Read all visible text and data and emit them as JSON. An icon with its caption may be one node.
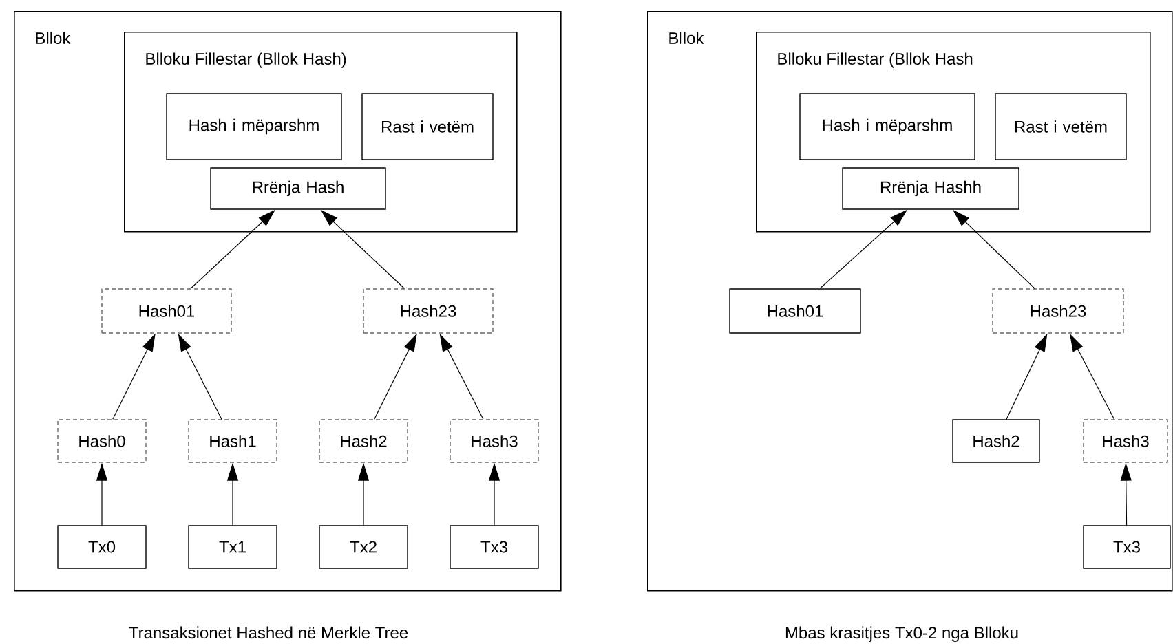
{
  "diagram": {
    "nodes": [
      {
        "text": [
          "Bllok"
        ],
        "beside": [
          "Transaksionet Hashed në Merkle Tree"
        ]
      },
      {
        "text": [
          "Blloku Fillestar (Bllok Hash)"
        ],
        "in": 0
      },
      {
        "text": [
          "Hash i mëparshm"
        ],
        "in": 1
      },
      {
        "text": [
          "Rast i vetëm"
        ],
        "in": 1
      },
      {
        "text": [
          "Rrënja Hash"
        ],
        "in": 1
      },
      {
        "text": [
          "Hash01"
        ],
        "in": 0
      },
      {
        "text": [
          "Hash23"
        ],
        "in": 0
      },
      {
        "text": [
          "Hash0"
        ],
        "in": 0
      },
      {
        "text": [
          "Hash1"
        ],
        "in": 0
      },
      {
        "text": [
          "Hash2"
        ],
        "in": 0
      },
      {
        "text": [
          "Hash3"
        ],
        "in": 0
      },
      {
        "text": [
          "Tx0"
        ],
        "in": 0
      },
      {
        "text": [
          "Tx1"
        ],
        "in": 0
      },
      {
        "text": [
          "Tx2"
        ],
        "in": 0
      },
      {
        "text": [
          "Tx3"
        ],
        "in": 0
      },
      {
        "text": [
          "Bllok"
        ],
        "beside": [
          "Mbas krasitjes Tx0-2 nga Blloku"
        ]
      },
      {
        "text": [
          "Blloku Fillestar (Bllok Hash"
        ],
        "in": 15
      },
      {
        "text": [
          "Hash i mëparshm"
        ],
        "in": 16
      },
      {
        "text": [
          "Rast i vetëm"
        ],
        "in": 16
      },
      {
        "text": [
          "Rrënja Hashh"
        ],
        "in": 16
      },
      {
        "text": [
          "Hash01"
        ],
        "in": 15
      },
      {
        "text": [
          "Hash23"
        ],
        "in": 15
      },
      {
        "text": [
          "Hash2"
        ],
        "in": 15
      },
      {
        "text": [
          "Hash3"
        ],
        "in": 15
      },
      {
        "text": [
          "Tx3"
        ],
        "in": 15
      }
    ],
    "edges": [
      {
        "from": 11,
        "to": 7,
        "arrow": "to"
      },
      {
        "from": 12,
        "to": 8,
        "arrow": "to"
      },
      {
        "from": 13,
        "to": 9,
        "arrow": "to"
      },
      {
        "from": 14,
        "to": 10,
        "arrow": "to"
      },
      {
        "from": 7,
        "to": 5,
        "arrow": "to"
      },
      {
        "from": 8,
        "to": 5,
        "arrow": "to"
      },
      {
        "from": 9,
        "to": 6,
        "arrow": "to"
      },
      {
        "from": 10,
        "to": 6,
        "arrow": "to"
      },
      {
        "from": 5,
        "to": 4,
        "arrow": "to"
      },
      {
        "from": 6,
        "to": 4,
        "arrow": "to"
      },
      {
        "from": 24,
        "to": 23,
        "arrow": "to"
      },
      {
        "from": 22,
        "to": 21,
        "arrow": "to"
      },
      {
        "from": 23,
        "to": 21,
        "arrow": "to"
      },
      {
        "from": 20,
        "to": 19,
        "arrow": "to"
      },
      {
        "from": 21,
        "to": 19,
        "arrow": "to"
      }
    ]
  }
}
